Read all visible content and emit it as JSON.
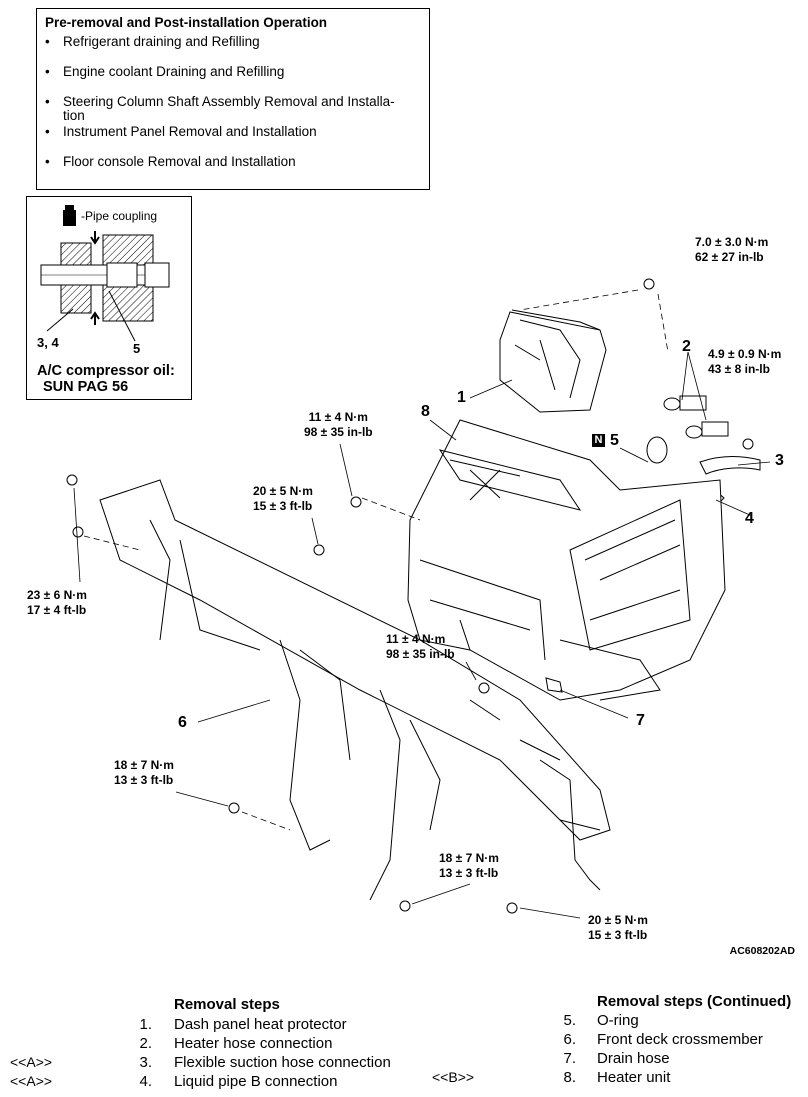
{
  "prereq": {
    "title": "Pre-removal and Post-installation Operation",
    "items": [
      "Refrigerant draining and Refilling",
      "Engine coolant Draining and Refilling",
      "Steering Column Shaft Assembly Removal and Installa-tion",
      "Instrument Panel Removal and Installation",
      "Floor console Removal and Installation"
    ]
  },
  "inset": {
    "legend": "-Pipe coupling",
    "label_34": "3, 4",
    "label_5": "5",
    "oil_line1": "A/C compressor oil:",
    "oil_line2": "SUN PAG 56"
  },
  "callouts": [
    "1",
    "2",
    "3",
    "4",
    "5",
    "6",
    "7",
    "8"
  ],
  "n_badge": "N",
  "torques": {
    "t_top_right_1": "7.0 ± 3.0 N·m",
    "t_top_right_2": "62 ± 27 in-lb",
    "t_right_1": "4.9 ± 0.9 N·m",
    "t_right_2": "43 ± 8 in-lb",
    "t_mid_top_1": "11 ± 4 N·m",
    "t_mid_top_2": "98 ± 35 in-lb",
    "t_center_1": "20 ± 5 N·m",
    "t_center_2": "15 ± 3 ft-lb",
    "t_left_1": "23 ± 6 N·m",
    "t_left_2": "17 ± 4 ft-lb",
    "t_mid_low_1": "11 ± 4 N·m",
    "t_mid_low_2": "98 ± 35 in-lb",
    "t_lower_left_1": "18 ± 7 N·m",
    "t_lower_left_2": "13 ± 3 ft-lb",
    "t_lower_mid_1": "18 ± 7 N·m",
    "t_lower_mid_2": "13 ± 3 ft-lb",
    "t_lower_right_1": "20 ± 5 N·m",
    "t_lower_right_2": "15 ± 3 ft-lb"
  },
  "figure_code": "AC608202AD",
  "steps_left": {
    "header": "Removal steps",
    "rows": [
      {
        "ref": "",
        "num": "1.",
        "text": "Dash panel heat protector"
      },
      {
        "ref": "",
        "num": "2.",
        "text": "Heater hose connection"
      },
      {
        "ref": "<<A>>",
        "num": "3.",
        "text": "Flexible suction hose connection"
      },
      {
        "ref": "<<A>>",
        "num": "4.",
        "text": "Liquid pipe B connection"
      }
    ]
  },
  "steps_right": {
    "header": "Removal steps (Continued)",
    "rows": [
      {
        "ref": "",
        "num": "5.",
        "text": "O-ring"
      },
      {
        "ref": "",
        "num": "6.",
        "text": "Front deck crossmember"
      },
      {
        "ref": "",
        "num": "7.",
        "text": "Drain hose"
      },
      {
        "ref": "<<B>>",
        "num": "8.",
        "text": "Heater unit"
      }
    ]
  }
}
